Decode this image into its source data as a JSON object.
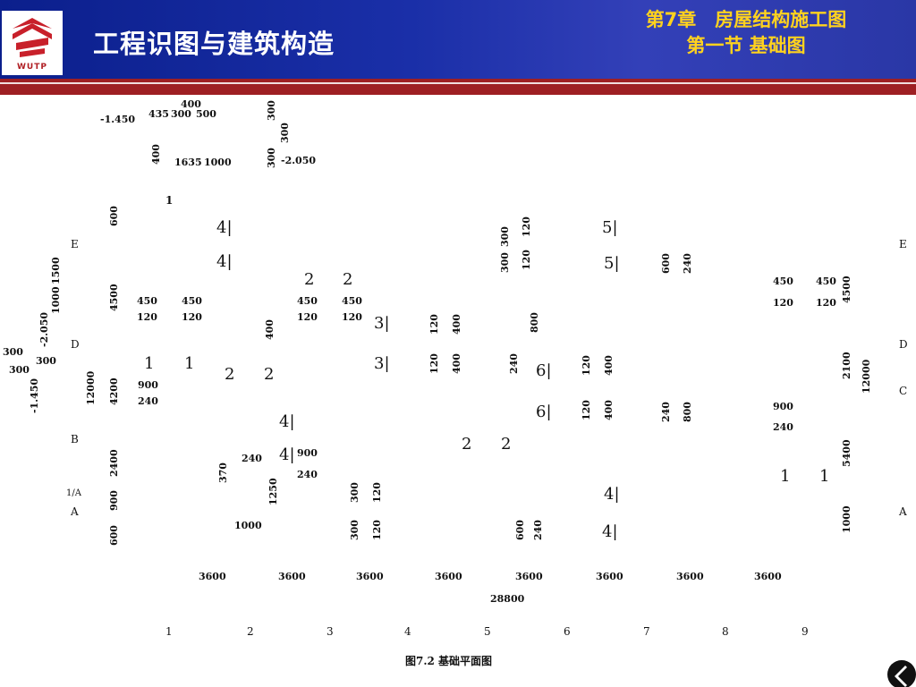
{
  "header": {
    "app_title": "工程识图与建筑构造",
    "chapter_line1": "第7章　房屋结构施工图",
    "chapter_line2": "第一节 基础图",
    "logo_text": "WUTP"
  },
  "figure": {
    "caption": "图7.2  基础平面图",
    "axis_numbers": [
      "1",
      "2",
      "3",
      "4",
      "5",
      "6",
      "7",
      "8",
      "9"
    ],
    "axis_letters_left": [
      "E",
      "D",
      "B",
      "1/A",
      "A"
    ],
    "axis_letters_right": [
      "E",
      "D",
      "C",
      "A"
    ],
    "bay_widths": [
      "3600",
      "3600",
      "3600",
      "3600",
      "3600",
      "3600",
      "3600",
      "3600"
    ],
    "total_width": "28800",
    "left_dims": [
      "600",
      "4500",
      "4200",
      "2400",
      "900",
      "600",
      "12000"
    ],
    "right_dims": [
      "4500",
      "2100",
      "5400",
      "1000",
      "12000"
    ],
    "detail_top": {
      "elev_1": "-1.450",
      "elev_2": "-2.050",
      "d_400a": "400",
      "d_435": "435",
      "d_300a": "300",
      "d_500": "500",
      "d_300b": "300",
      "d_300c": "300",
      "d_300d": "300",
      "d_400b": "400",
      "d_1635": "1635",
      "d_1000": "1000",
      "axis": "1"
    },
    "detail_left": {
      "d_1500": "1500",
      "d_1000": "1000",
      "elev_a": "-2.050",
      "elev_b": "-1.450",
      "d_300a": "300",
      "d_300b": "300",
      "d_300c": "300"
    },
    "pier_detail": {
      "d_240": "240",
      "d_370": "370",
      "d_1250": "1250",
      "d_1000": "1000"
    },
    "section_labels": {
      "s41_top": "4|",
      "s41_e": "4|",
      "s51_top": "5|",
      "s51_e": "5|",
      "s2_a": "2",
      "s2_b": "2",
      "s2_c": "2",
      "s2_d": "2",
      "s2_e": "2",
      "s2_f": "2",
      "s31_a": "3|",
      "s31_b": "3|",
      "s1_a": "1",
      "s1_b": "1",
      "s1_c": "1",
      "s1_d": "1",
      "s41_mid": "4|",
      "s41_b": "4|",
      "s41_c": "4|",
      "s41_bot": "4|",
      "s61_a": "6|",
      "s61_b": "6|"
    },
    "inner_dims": {
      "a450": "450",
      "a450b": "450",
      "a120": "120",
      "a120b": "120",
      "b450": "450",
      "b450b": "450",
      "b120": "120",
      "b120b": "120",
      "c450": "450",
      "c450b": "450",
      "c120": "120",
      "c120b": "120",
      "d900": "900",
      "d240": "240",
      "e900": "900",
      "e240": "240",
      "f900": "900",
      "f240": "240",
      "g300": "300",
      "g120": "120",
      "h300": "300",
      "h120": "120",
      "i120": "120",
      "i400": "400",
      "j120": "120",
      "j400": "400",
      "k800": "800",
      "k240": "240",
      "l120": "120",
      "l400": "400",
      "m120": "120",
      "m400": "400",
      "n600": "600",
      "n240": "240",
      "o240": "240",
      "o800": "800",
      "p300": "300",
      "p120": "120",
      "q600": "600",
      "q240": "240",
      "r400": "400"
    }
  }
}
